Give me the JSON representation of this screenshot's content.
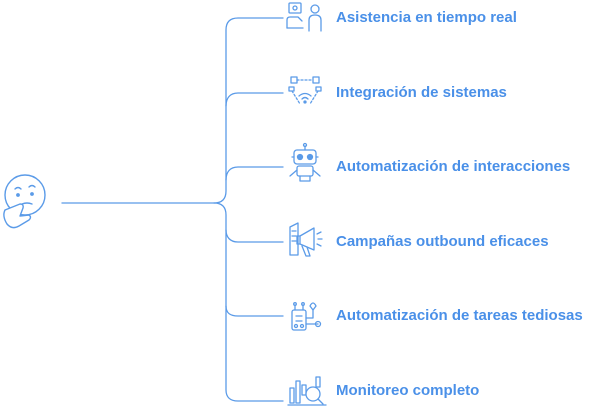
{
  "colors": {
    "accent": "#4a90e8",
    "line": "#5b9be8"
  },
  "root": {
    "icon": "thinking-face-icon"
  },
  "items": [
    {
      "label": "Asistencia en tiempo real",
      "icon": "support-agent-icon"
    },
    {
      "label": "Integración de sistemas",
      "icon": "network-integration-icon"
    },
    {
      "label": "Automatización de interacciones",
      "icon": "robot-icon"
    },
    {
      "label": "Campañas outbound eficaces",
      "icon": "megaphone-campaign-icon"
    },
    {
      "label": "Automatización de tareas tediosas",
      "icon": "robot-arm-tools-icon"
    },
    {
      "label": "Monitoreo completo",
      "icon": "monitoring-chart-icon"
    }
  ]
}
